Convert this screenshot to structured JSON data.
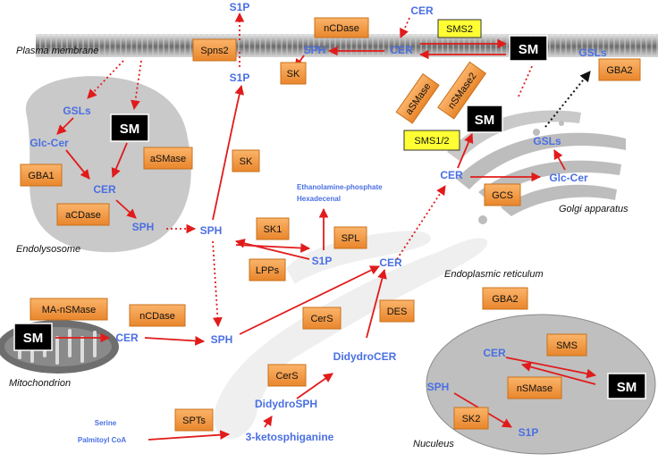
{
  "regions": {
    "plasma_membrane": "Plasma membrane",
    "endolysosome": "Endolysosome",
    "golgi": "Golgi apparatus",
    "er": "Endoplasmic reticulum",
    "mitochondrion": "Mitochondrion",
    "nucleus": "Nuculeus"
  },
  "metabolites": {
    "s1p_top": "S1P",
    "cer_top": "CER",
    "sph_pm": "SPH",
    "cer_pm": "CER",
    "s1p_pm": "S1P",
    "gsls_pm": "GSLs",
    "gsls_lyso": "GSLs",
    "glccer_lyso": "Glc-Cer",
    "cer_lyso": "CER",
    "sph_lyso": "SPH",
    "sph_center": "SPH",
    "s1p_center": "S1P",
    "eth_phos": "Ethanolamine-phosphate",
    "hexadecenal": "Hexadecenal",
    "cer_er": "CER",
    "cer_golgi": "CER",
    "glccer_golgi": "Glc-Cer",
    "gsls_golgi": "GSLs",
    "cer_mito": "CER",
    "sph_mito": "SPH",
    "didydrocer": "DidydroCER",
    "didydrosph": "DidydroSPH",
    "ketosph": "3-ketosphiganine",
    "serine": "Serine",
    "palmitoyl": "Palmitoyl CoA",
    "cer_nuc": "CER",
    "sph_nuc": "SPH",
    "s1p_nuc": "S1P"
  },
  "enzymes": {
    "ncdase_pm": "nCDase",
    "spns2": "Spns2",
    "sk_pm": "SK",
    "asmase_pm": "aSMase",
    "nsmase2": "nSMase2",
    "gba2_pm": "GBA2",
    "gba1": "GBA1",
    "asmase_lyso": "aSMase",
    "acdase": "aCDase",
    "sk_center": "SK",
    "sk1": "SK1",
    "spl": "SPL",
    "lpps": "LPPs",
    "gcs": "GCS",
    "ma_nsmase": "MA-nSMase",
    "ncdase_mito": "nCDase",
    "cers_1": "CerS",
    "cers_2": "CerS",
    "des": "DES",
    "gba2_er": "GBA2",
    "spts": "SPTs",
    "sms_nuc": "SMS",
    "nsmase_nuc": "nSMase",
    "sk2": "SK2"
  },
  "highlights": {
    "sms2": "SMS2",
    "sms12": "SMS1/2"
  },
  "sm_labels": {
    "sm_pm": "SM",
    "sm_lyso": "SM",
    "sm_golgi": "SM",
    "sm_mito": "SM",
    "sm_nuc": "SM"
  }
}
